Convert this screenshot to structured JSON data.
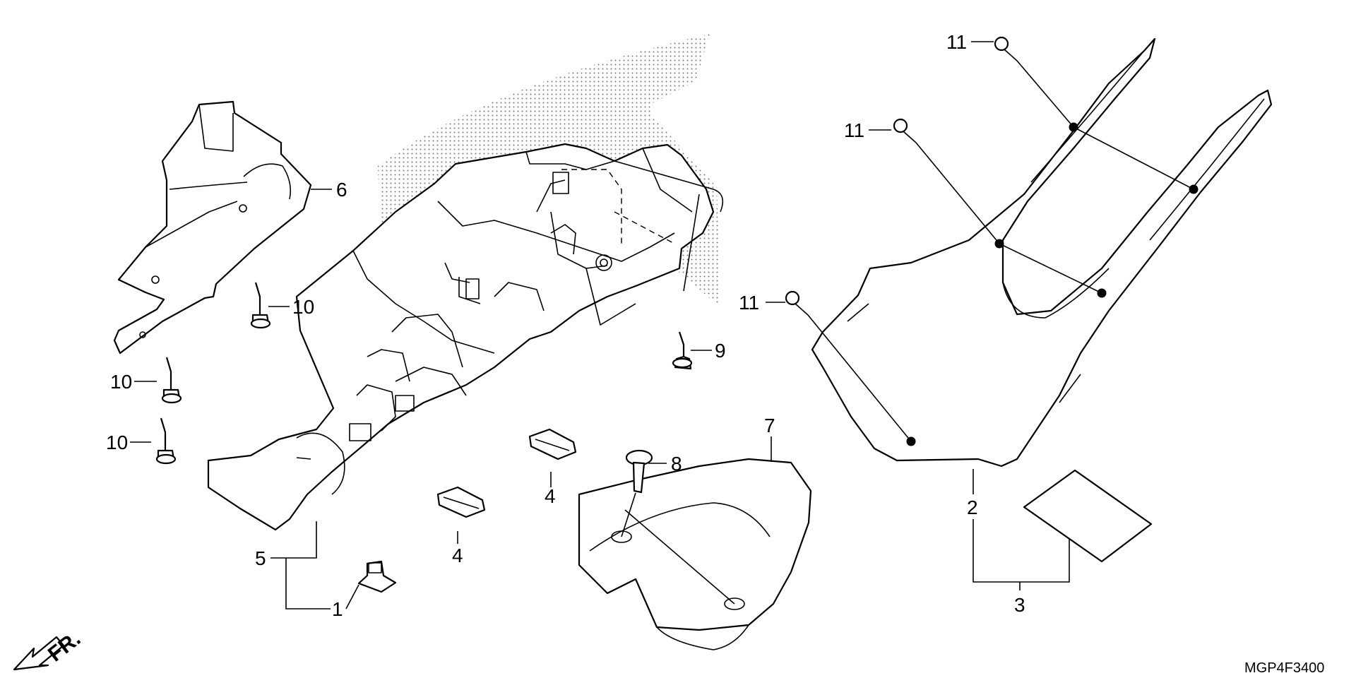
{
  "diagram": {
    "callouts": [
      {
        "id": "c1",
        "text": "1"
      },
      {
        "id": "c2",
        "text": "2"
      },
      {
        "id": "c3",
        "text": "3"
      },
      {
        "id": "c4a",
        "text": "4"
      },
      {
        "id": "c4b",
        "text": "4"
      },
      {
        "id": "c5",
        "text": "5"
      },
      {
        "id": "c6",
        "text": "6"
      },
      {
        "id": "c7",
        "text": "7"
      },
      {
        "id": "c8",
        "text": "8"
      },
      {
        "id": "c9",
        "text": "9"
      },
      {
        "id": "c10a",
        "text": "10"
      },
      {
        "id": "c10b",
        "text": "10"
      },
      {
        "id": "c10c",
        "text": "10"
      },
      {
        "id": "c11a",
        "text": "11"
      },
      {
        "id": "c11b",
        "text": "11"
      },
      {
        "id": "c11c",
        "text": "11"
      }
    ],
    "direction_label": "FR.",
    "diagram_code": "MGP4F3400",
    "icons": {
      "front_arrow": "front-direction-arrow-icon"
    }
  }
}
